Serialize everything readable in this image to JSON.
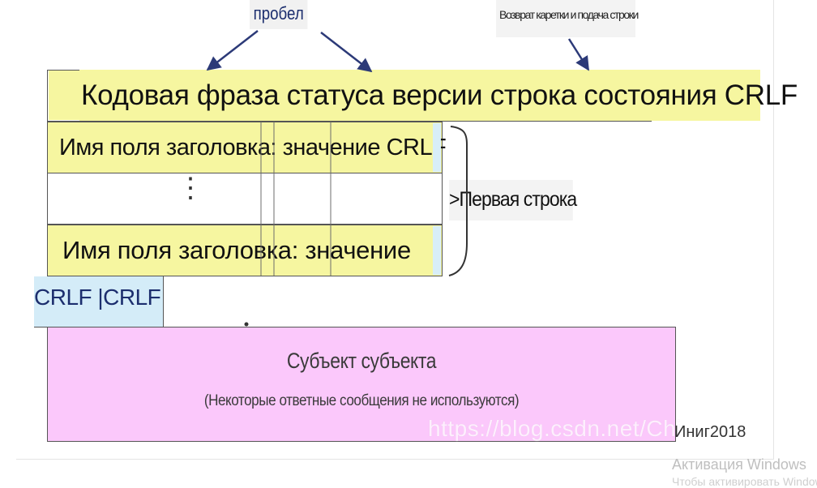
{
  "labels": {
    "space": "пробел",
    "crlf_note": "Возврат каретки и подача строки"
  },
  "status_line": {
    "text": "Кодовая фраза статуса версии строка состояния CRLF"
  },
  "header_lines": {
    "line1": "Имя поля заголовка: значение CRLF",
    "ellipsis": "⋮",
    "line2": "Имя поля заголовка: значение"
  },
  "brace_label": ">Первая строка",
  "crlf_block": "CRLF |CRLF",
  "body": {
    "title": "Субъект субъекта",
    "note": "(Некоторые ответные сообщения не используются)"
  },
  "watermark": "https://blog.csdn.net/Chi",
  "year_text": "Иниг2018",
  "system": {
    "activation": "Активация Windows",
    "activation_sub": "Чтобы активировать Windows"
  },
  "colors": {
    "yellow": "#f6f6a0",
    "blue": "#d4ecf8",
    "pink": "#fbc8fb",
    "arrow": "#2c3a78"
  }
}
